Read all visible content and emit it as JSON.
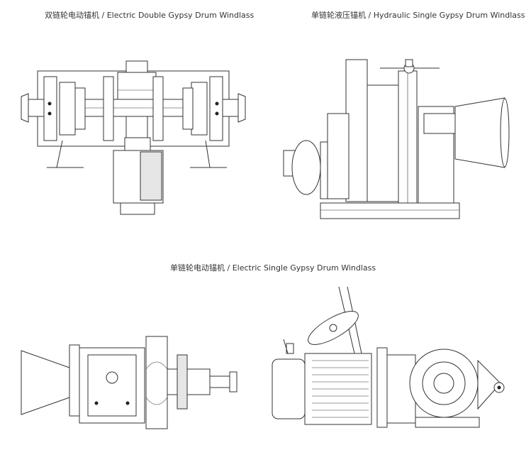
{
  "captions": {
    "double_gypsy": "双链轮电动锚机 / Electric Double Gypsy Drum Windlass",
    "hydraulic_single": "单链轮液压锚机 / Hydraulic Single Gypsy Drum Windlass",
    "electric_single": "单链轮电动锚机 / Electric Single Gypsy Drum Windlass"
  },
  "colors": {
    "line": "#333333",
    "background": "#ffffff",
    "shade": "#e6e6e6"
  }
}
